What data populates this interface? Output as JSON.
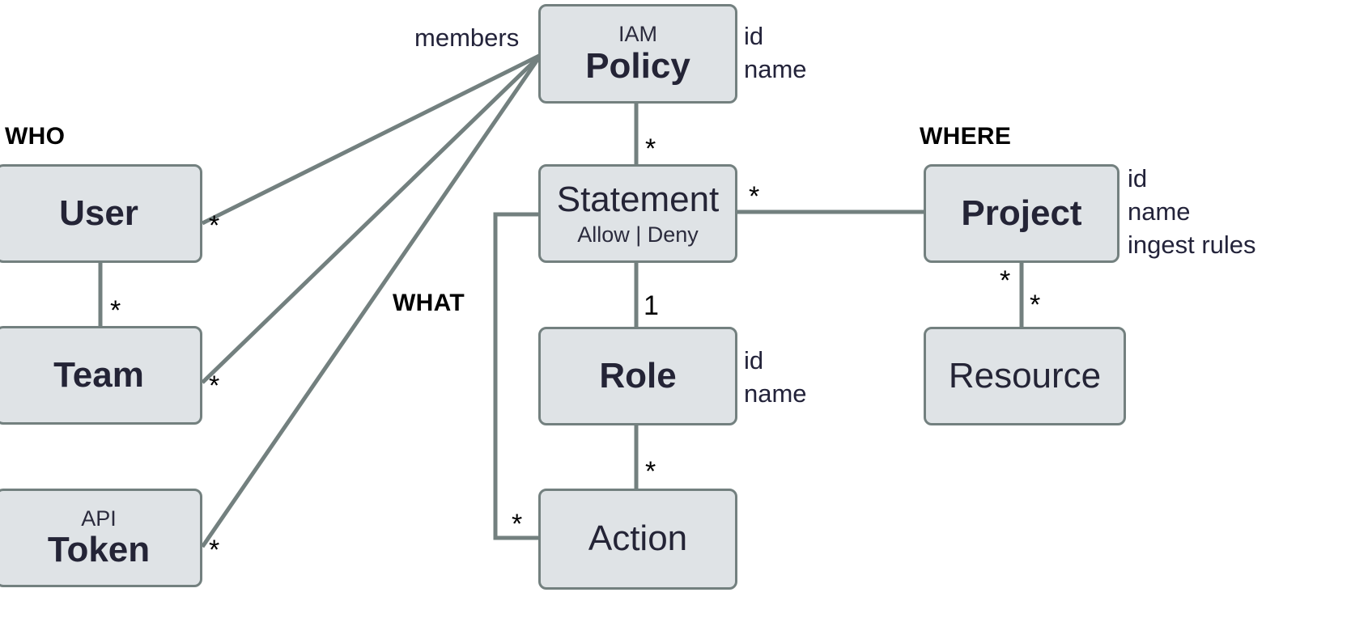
{
  "diagram": {
    "title": "IAM entity relationship diagram",
    "colors": {
      "node_fill": "#dfe3e6",
      "node_border": "#73807f",
      "edge": "#73807f",
      "text": "#242436",
      "label": "#000000"
    },
    "groups": [
      {
        "id": "who",
        "label": "WHO"
      },
      {
        "id": "what",
        "label": "WHAT"
      },
      {
        "id": "where",
        "label": "WHERE"
      }
    ],
    "nodes": [
      {
        "id": "policy",
        "kicker": "IAM",
        "title": "Policy",
        "bold": true,
        "sub": ""
      },
      {
        "id": "user",
        "kicker": "",
        "title": "User",
        "bold": true,
        "sub": ""
      },
      {
        "id": "team",
        "kicker": "",
        "title": "Team",
        "bold": true,
        "sub": ""
      },
      {
        "id": "token",
        "kicker": "API",
        "title": "Token",
        "bold": true,
        "sub": ""
      },
      {
        "id": "statement",
        "kicker": "",
        "title": "Statement",
        "bold": false,
        "sub": "Allow | Deny"
      },
      {
        "id": "role",
        "kicker": "",
        "title": "Role",
        "bold": true,
        "sub": ""
      },
      {
        "id": "action",
        "kicker": "",
        "title": "Action",
        "bold": false,
        "sub": ""
      },
      {
        "id": "project",
        "kicker": "",
        "title": "Project",
        "bold": true,
        "sub": ""
      },
      {
        "id": "resource",
        "kicker": "",
        "title": "Resource",
        "bold": false,
        "sub": ""
      }
    ],
    "attributes": [
      {
        "id": "policy-attrs",
        "for": "policy",
        "lines": "id\nname"
      },
      {
        "id": "role-attrs",
        "for": "role",
        "lines": "id\nname"
      },
      {
        "id": "project-attrs",
        "for": "project",
        "lines": "id\nname\ningest rules"
      }
    ],
    "edge_labels": [
      {
        "id": "members",
        "text": "members"
      }
    ],
    "multiplicities": [
      {
        "id": "user-policy",
        "text": "*"
      },
      {
        "id": "team-policy",
        "text": "*"
      },
      {
        "id": "token-policy",
        "text": "*"
      },
      {
        "id": "user-team",
        "text": "*"
      },
      {
        "id": "policy-statement",
        "text": "*"
      },
      {
        "id": "statement-project",
        "text": "*"
      },
      {
        "id": "statement-role",
        "text": "1"
      },
      {
        "id": "role-action",
        "text": "*"
      },
      {
        "id": "statement-action",
        "text": "*"
      },
      {
        "id": "project-resource-top",
        "text": "*"
      },
      {
        "id": "project-resource-bottom",
        "text": "*"
      }
    ]
  }
}
